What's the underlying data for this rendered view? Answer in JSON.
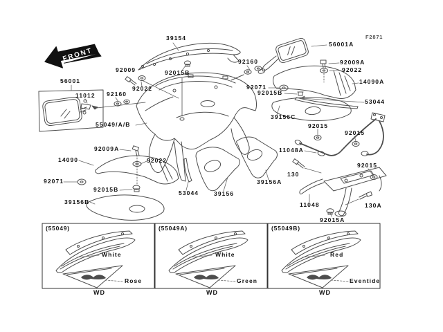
{
  "header": {
    "diagram_code": "F2871",
    "front_label": "FRONT"
  },
  "callouts": {
    "c39154": "39154",
    "c56001A": "56001A",
    "c92009_top": "92009",
    "c92015B_top": "92015B",
    "c92160_right": "92160",
    "c92009A_right": "92009A",
    "c92022_right": "92022",
    "c56001": "56001",
    "c11012": "11012",
    "c92160_left": "92160",
    "c92022_left": "92022",
    "c14090A": "14090A",
    "c92071_right": "92071",
    "c92015B_mid": "92015B",
    "c53044_right": "53044",
    "c39156C": "39156C",
    "c92015_a": "92015",
    "c92015_b": "92015",
    "c55049AB": "55049/A/B",
    "c92009A_left": "92009A",
    "c14090": "14090",
    "c92022_lower": "92022",
    "c11048A": "11048A",
    "c92015_c": "92015",
    "c92071_left": "92071",
    "c130": "130",
    "c92015B_lower": "92015B",
    "c53044_left": "53044",
    "c39156": "39156",
    "c39156A": "39156A",
    "c39156B": "39156B",
    "c11048": "11048",
    "c130A": "130A",
    "c92015A": "92015A"
  },
  "panels": [
    {
      "title": "(55049)",
      "color_top": "White",
      "color_bottom": "Rose",
      "footer": "WD"
    },
    {
      "title": "(55049A)",
      "color_top": "White",
      "color_bottom": "Green",
      "footer": "WD"
    },
    {
      "title": "(55049B)",
      "color_top": "Red",
      "color_bottom": "Eventide",
      "footer": "WD"
    }
  ]
}
